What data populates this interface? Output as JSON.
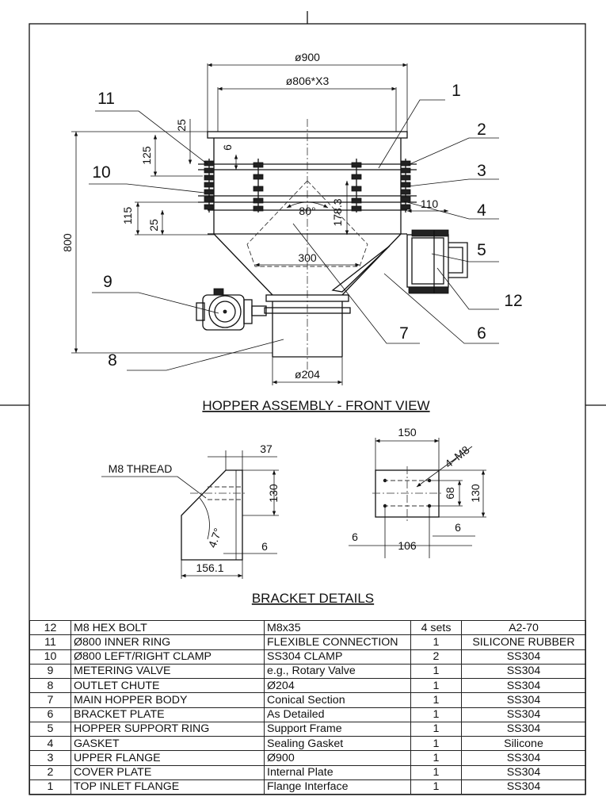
{
  "front_view": {
    "title": "HOPPER ASSEMBLY - FRONT VIEW",
    "dims": {
      "d900": "ø900",
      "d806": "ø806*X3",
      "d204": "ø204",
      "h800": "800",
      "h125": "125",
      "h25a": "25",
      "h6": "6",
      "h115": "115",
      "h25b": "25",
      "h178": "178.3",
      "ang80": "80°",
      "w300": "300",
      "w110": "110"
    },
    "balloons": [
      "1",
      "2",
      "3",
      "4",
      "5",
      "6",
      "7",
      "8",
      "9",
      "10",
      "11",
      "12"
    ]
  },
  "bracket": {
    "title": "BRACKET DETAILS",
    "dims": {
      "thread": "M8 THREAD",
      "w37": "37",
      "h130a": "130",
      "ang47": "4.7°",
      "t6a": "6",
      "w1561": "156.1",
      "w150": "150",
      "holes": "4–M8",
      "h68": "68",
      "h130b": "130",
      "t6b": "6",
      "t6c": "6",
      "w106": "106"
    }
  },
  "bom": [
    {
      "no": "12",
      "name": "M8 HEX BOLT",
      "spec": "M8x35",
      "qty": "4 sets",
      "mat": "A2-70"
    },
    {
      "no": "11",
      "name": "Ø800 INNER RING",
      "spec": "FLEXIBLE CONNECTION",
      "qty": "1",
      "mat": "SILICONE RUBBER"
    },
    {
      "no": "10",
      "name": "Ø800 LEFT/RIGHT CLAMP",
      "spec": "SS304 CLAMP",
      "qty": "2",
      "mat": "SS304"
    },
    {
      "no": "9",
      "name": "METERING VALVE",
      "spec": "e.g., Rotary Valve",
      "qty": "1",
      "mat": "SS304"
    },
    {
      "no": "8",
      "name": "OUTLET CHUTE",
      "spec": "Ø204",
      "qty": "1",
      "mat": "SS304"
    },
    {
      "no": "7",
      "name": "MAIN HOPPER BODY",
      "spec": "Conical Section",
      "qty": "1",
      "mat": "SS304"
    },
    {
      "no": "6",
      "name": "BRACKET PLATE",
      "spec": "As Detailed",
      "qty": "1",
      "mat": "SS304"
    },
    {
      "no": "5",
      "name": "HOPPER SUPPORT RING",
      "spec": "Support Frame",
      "qty": "1",
      "mat": "SS304"
    },
    {
      "no": "4",
      "name": "GASKET",
      "spec": "Sealing Gasket",
      "qty": "1",
      "mat": "Silicone"
    },
    {
      "no": "3",
      "name": "UPPER FLANGE",
      "spec": "Ø900",
      "qty": "1",
      "mat": "SS304"
    },
    {
      "no": "2",
      "name": "COVER PLATE",
      "spec": "Internal Plate",
      "qty": "1",
      "mat": "SS304"
    },
    {
      "no": "1",
      "name": "TOP INLET FLANGE",
      "spec": "Flange Interface",
      "qty": "1",
      "mat": "SS304"
    }
  ]
}
